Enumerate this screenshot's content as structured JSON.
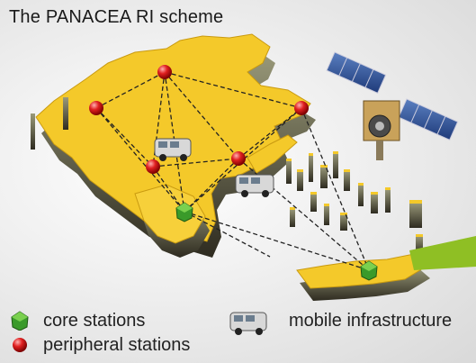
{
  "title": "The PANACEA RI scheme",
  "legend": {
    "core": "core stations",
    "mobile": "mobile infrastructure",
    "peripheral": "peripheral stations"
  },
  "colors": {
    "land": "#f4c92a",
    "land_shadow": "#6f6a4e",
    "core_station": "#3a9a2a",
    "peripheral_station": "#d11a1a",
    "link": "#222222",
    "green_arrow": "#8fbf24"
  },
  "icons": {
    "core": "green-crystal-icon",
    "peripheral": "red-sphere-icon",
    "mobile": "van-icon",
    "satellite": "satellite-icon"
  }
}
